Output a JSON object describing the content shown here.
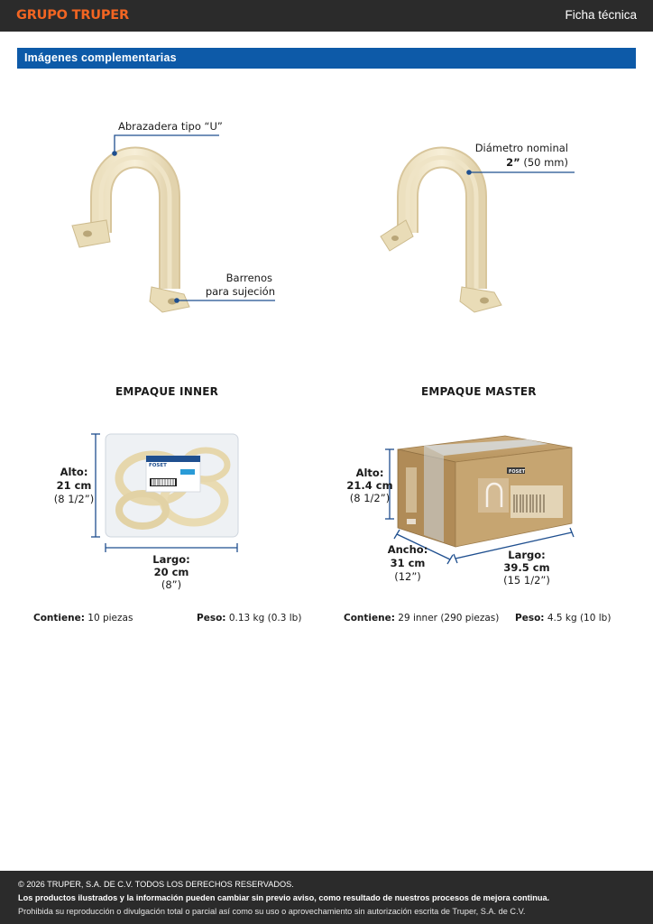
{
  "header": {
    "logo": "GRUPO TRUPER",
    "doc_type": "Ficha técnica"
  },
  "section": {
    "title": "Imágenes complementarias"
  },
  "product": {
    "label_clamp": "Abrazadera tipo “U”",
    "label_diameter_1": "Diámetro nominal",
    "label_diameter_2a": "2”",
    "label_diameter_2b": " (50 mm)",
    "label_holes_1": "Barrenos",
    "label_holes_2": "para sujeción"
  },
  "inner": {
    "title": "EMPAQUE INNER",
    "alto_label": "Alto:",
    "alto_cm": "21 cm",
    "alto_in": "(8 1/2”)",
    "largo_label": "Largo:",
    "largo_cm": "20 cm",
    "largo_in": "(8”)",
    "contiene_label": "Contiene:",
    "contiene_value": " 10 piezas",
    "peso_label": "Peso:",
    "peso_value": " 0.13 kg (0.3 lb)",
    "bag_brand": "FOSET"
  },
  "master": {
    "title": "EMPAQUE MASTER",
    "alto_label": "Alto:",
    "alto_cm": "21.4 cm",
    "alto_in": "(8 1/2”)",
    "ancho_label": "Ancho:",
    "ancho_cm": "31 cm",
    "ancho_in": "(12”)",
    "largo_label": "Largo:",
    "largo_cm": "39.5 cm",
    "largo_in": "(15 1/2”)",
    "contiene_label": "Contiene:",
    "contiene_value": " 29 inner (290 piezas)",
    "peso_label": "Peso:",
    "peso_value": " 4.5 kg (10 lb)",
    "box_brand": "FOSET"
  },
  "footer": {
    "copyright": "© 2026 TRUPER, S.A. DE C.V. TODOS LOS DERECHOS RESERVADOS.",
    "notice": "Los productos ilustrados y la información pueden cambiar sin previo aviso, como resultado de nuestros procesos de mejora continua.",
    "prohibited": "Prohibida su reproducción o divulgación total o parcial así como su uso o aprovechamiento sin autorización escrita de Truper, S.A. de C.V."
  },
  "colors": {
    "accent": "#f26522",
    "section": "#0d5aa8",
    "dimension": "#1f4f8f",
    "bar": "#2b2b2b"
  }
}
